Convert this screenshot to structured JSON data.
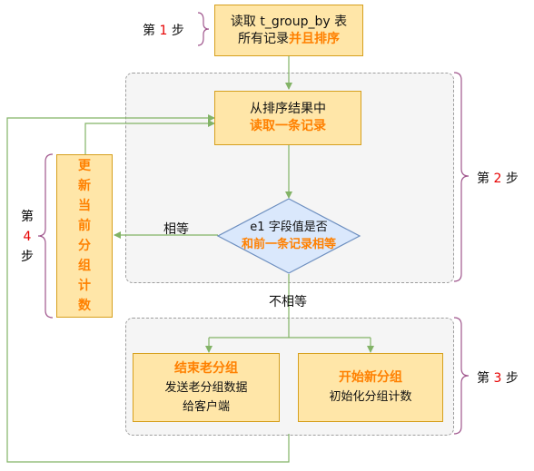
{
  "step1": {
    "pre": "第",
    "num": "1",
    "post": "步"
  },
  "step2": {
    "pre": "第",
    "num": "2",
    "post": "步"
  },
  "step3": {
    "pre": "第",
    "num": "3",
    "post": "步"
  },
  "step4": {
    "pre": "第",
    "num": "4",
    "post": "步"
  },
  "box_read": {
    "line1": "读取 t_group_by 表",
    "line2_plain": "所有记录",
    "line2_hl": "并且排序"
  },
  "box_fetch": {
    "line1": "从排序结果中",
    "line2": "读取一条记录"
  },
  "decision": {
    "line1": "e1 字段值是否",
    "line2": "和前一条记录相等"
  },
  "box_update": {
    "chars": [
      "更",
      "新",
      "当",
      "前",
      "分",
      "组",
      "计",
      "数"
    ]
  },
  "box_end": {
    "title": "结束老分组",
    "line1": "发送老分组数据",
    "line2": "给客户端"
  },
  "box_start": {
    "title": "开始新分组",
    "line1": "初始化分组计数"
  },
  "edge_equal": "相等",
  "edge_not_equal": "不相等"
}
